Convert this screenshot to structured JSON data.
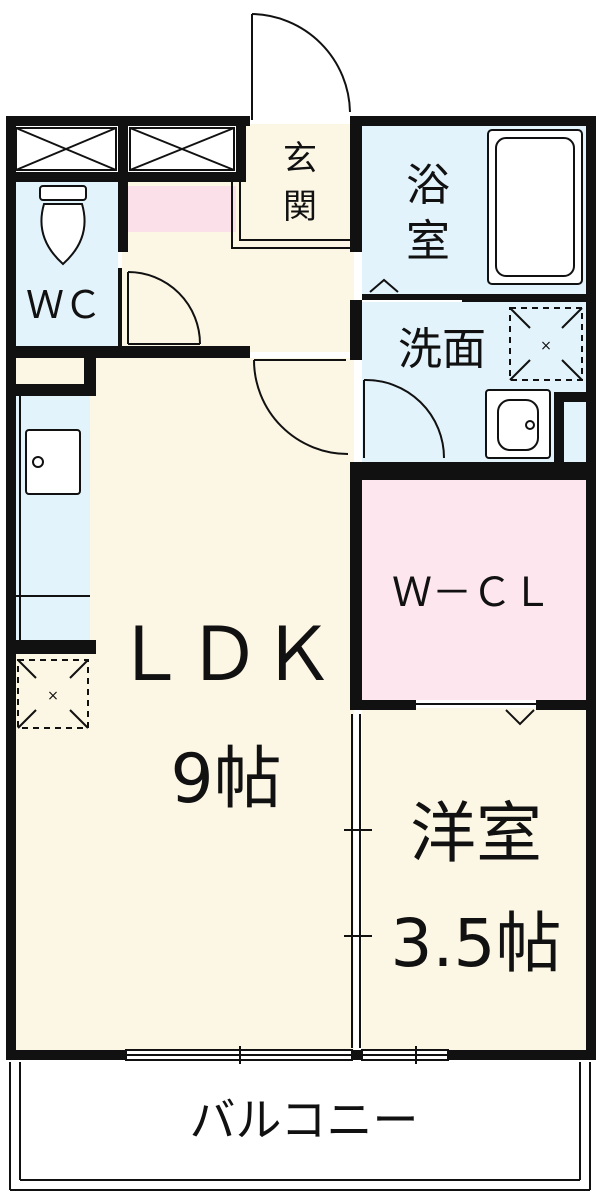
{
  "rooms": {
    "genkan": {
      "label_line1": "玄",
      "label_line2": "関"
    },
    "bath": {
      "label_line1": "浴",
      "label_line2": "室"
    },
    "wc": {
      "label": "ＷＣ"
    },
    "senmen": {
      "label": "洗面"
    },
    "ldk": {
      "label": "ＬＤＫ",
      "size": "9帖"
    },
    "wcl": {
      "label": "Ｗ－ＣＬ"
    },
    "youshitsu": {
      "label": "洋室",
      "size": "3.5帖"
    },
    "balcony": {
      "label": "バルコニー"
    }
  },
  "colors": {
    "wall": "#111111",
    "living_floor": "#fcf6e4",
    "wet_area": "#e3f3fb",
    "closet": "#fde6ee",
    "entrance_step": "#fbe0ea"
  }
}
